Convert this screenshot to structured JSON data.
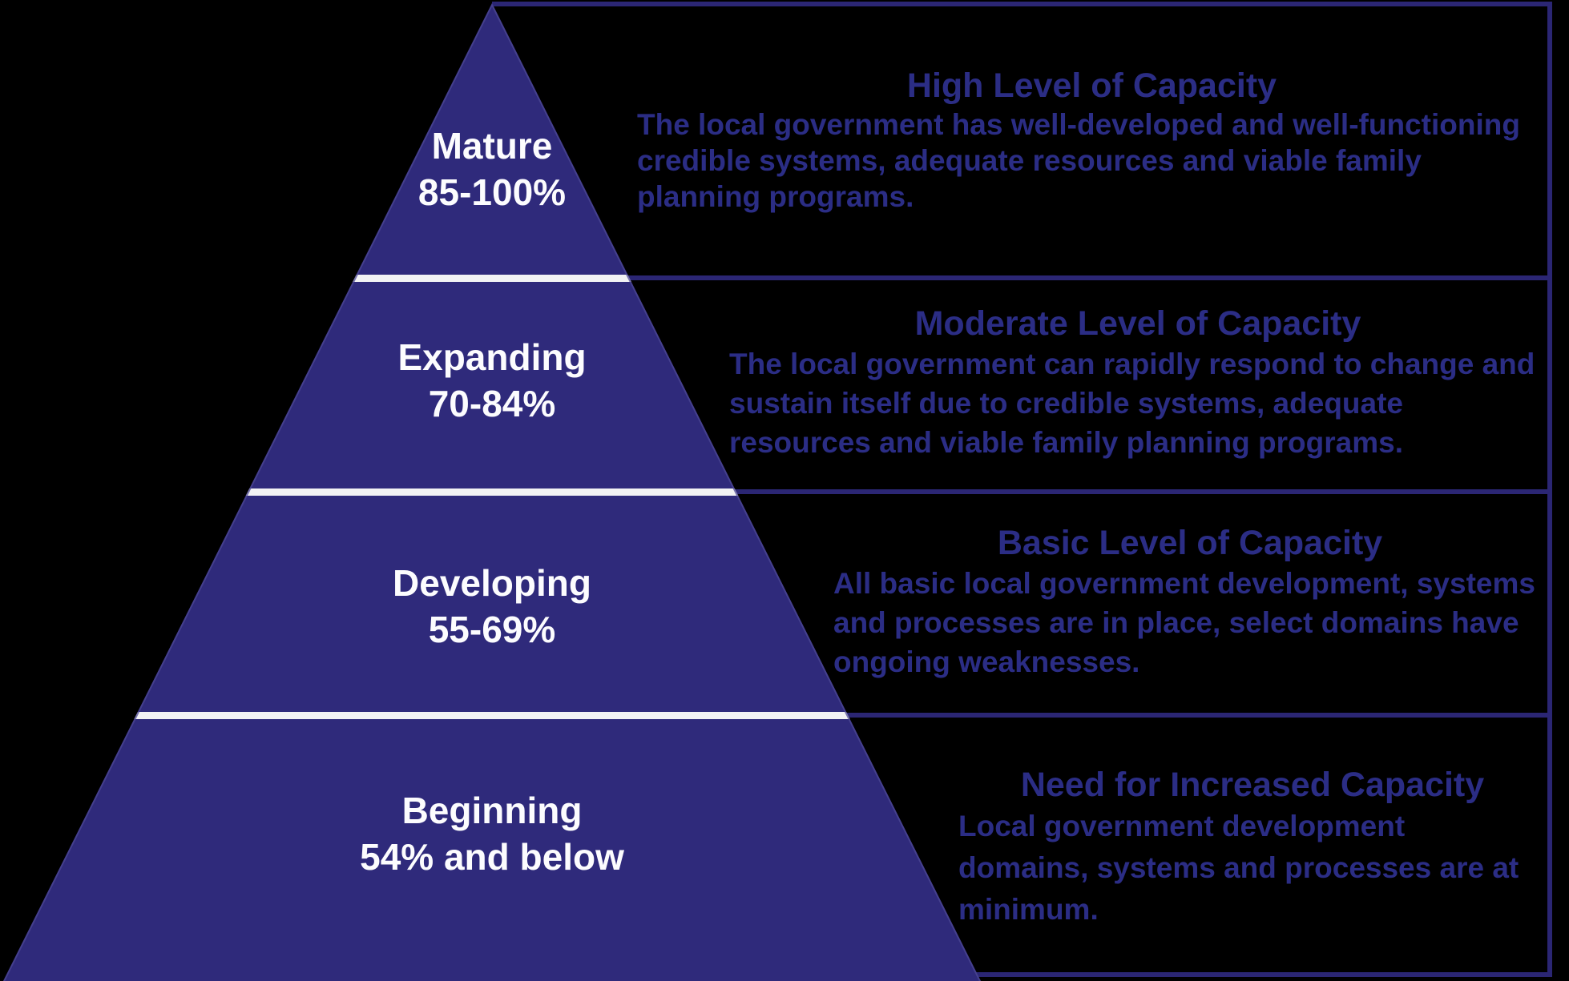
{
  "title": "Local Government Capacity Pyramid",
  "colors": {
    "background": "#000000",
    "pyramid_fill": "#2f2a7b",
    "pyramid_edge_highlight": "#4e4894",
    "divider_white": "#f2f2f4",
    "panel_line": "#2b2674",
    "panel_text": "#2b2d85",
    "label_text": "#fcfcfe"
  },
  "pyramid": {
    "tiers": [
      {
        "label": "Mature",
        "range": "85-100%"
      },
      {
        "label": "Expanding",
        "range": "70-84%"
      },
      {
        "label": "Developing",
        "range": "55-69%"
      },
      {
        "label": "Beginning",
        "range": "54% and below"
      }
    ]
  },
  "sections": [
    {
      "heading": "High Level of Capacity",
      "body_lines": [
        "The local government has well-developed and well-functioning",
        "credible systems, adequate resources and viable family",
        "planning programs."
      ]
    },
    {
      "heading": "Moderate Level of Capacity",
      "body_lines": [
        "The local government can rapidly respond to change and",
        "sustain itself due to credible systems, adequate",
        "resources and viable family planning programs."
      ]
    },
    {
      "heading": "Basic Level of Capacity",
      "body_lines": [
        "All basic local government development, systems",
        "and processes are in place, select domains have",
        "ongoing weaknesses."
      ]
    },
    {
      "heading": "Need for Increased Capacity",
      "body_lines": [
        "Local government development",
        "domains, systems and processes are at",
        "minimum."
      ]
    }
  ]
}
